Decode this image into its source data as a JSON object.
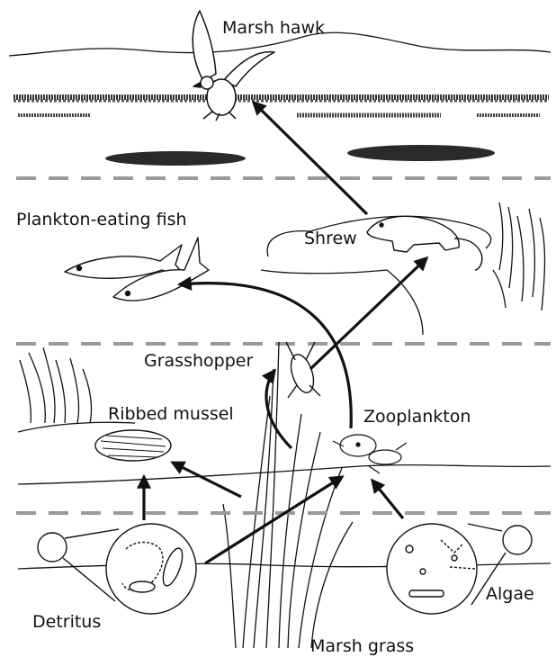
{
  "labels": {
    "marsh_hawk": "Marsh hawk",
    "plankton_fish": "Plankton-eating fish",
    "shrew": "Shrew",
    "grasshopper": "Grasshopper",
    "ribbed_mussel": "Ribbed mussel",
    "zooplankton": "Zooplankton",
    "detritus": "Detritus",
    "algae": "Algae",
    "marsh_grass": "Marsh grass"
  },
  "colors": {
    "ink": "#111111",
    "dash": "#9a9a9a",
    "fill": "#ffffff",
    "grass_dark": "#2a2a2a"
  }
}
